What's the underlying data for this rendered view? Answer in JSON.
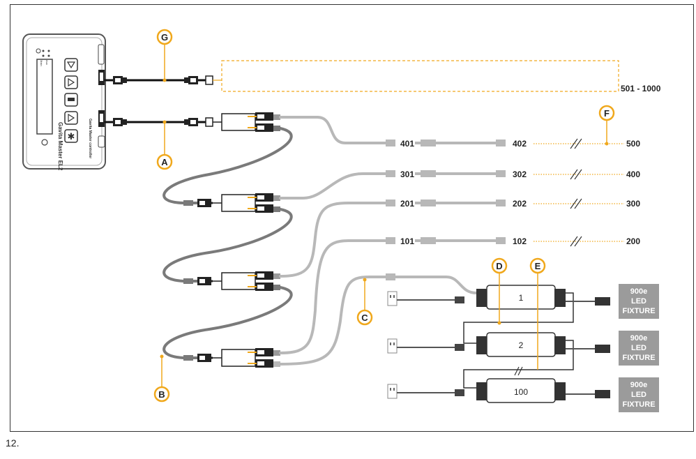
{
  "callouts": {
    "a": "A",
    "b": "B",
    "c": "C",
    "d": "D",
    "e": "E",
    "f": "F",
    "g": "G"
  },
  "range_label": "501 - 1000",
  "addresses": {
    "row1": [
      "401",
      "402",
      "500"
    ],
    "row2": [
      "301",
      "302",
      "400"
    ],
    "row3": [
      "201",
      "202",
      "300"
    ],
    "row4": [
      "101",
      "102",
      "200"
    ]
  },
  "ballasts": [
    "1",
    "2",
    "100"
  ],
  "fixture_label": [
    "900e",
    "LED",
    "FIXTURE"
  ],
  "controller": {
    "brand": "Gavita Master EL2",
    "subtitle": "Gavita Master controller",
    "led_labels": [
      "Main",
      "Aux"
    ]
  },
  "page_number": "12.",
  "colors": {
    "accent": "#F0A81C",
    "cable_dark": "#111111",
    "cable_gray": "#7a7a7a",
    "cable_light": "#b8b8b8",
    "fixture_bg": "#9b9b9b"
  }
}
